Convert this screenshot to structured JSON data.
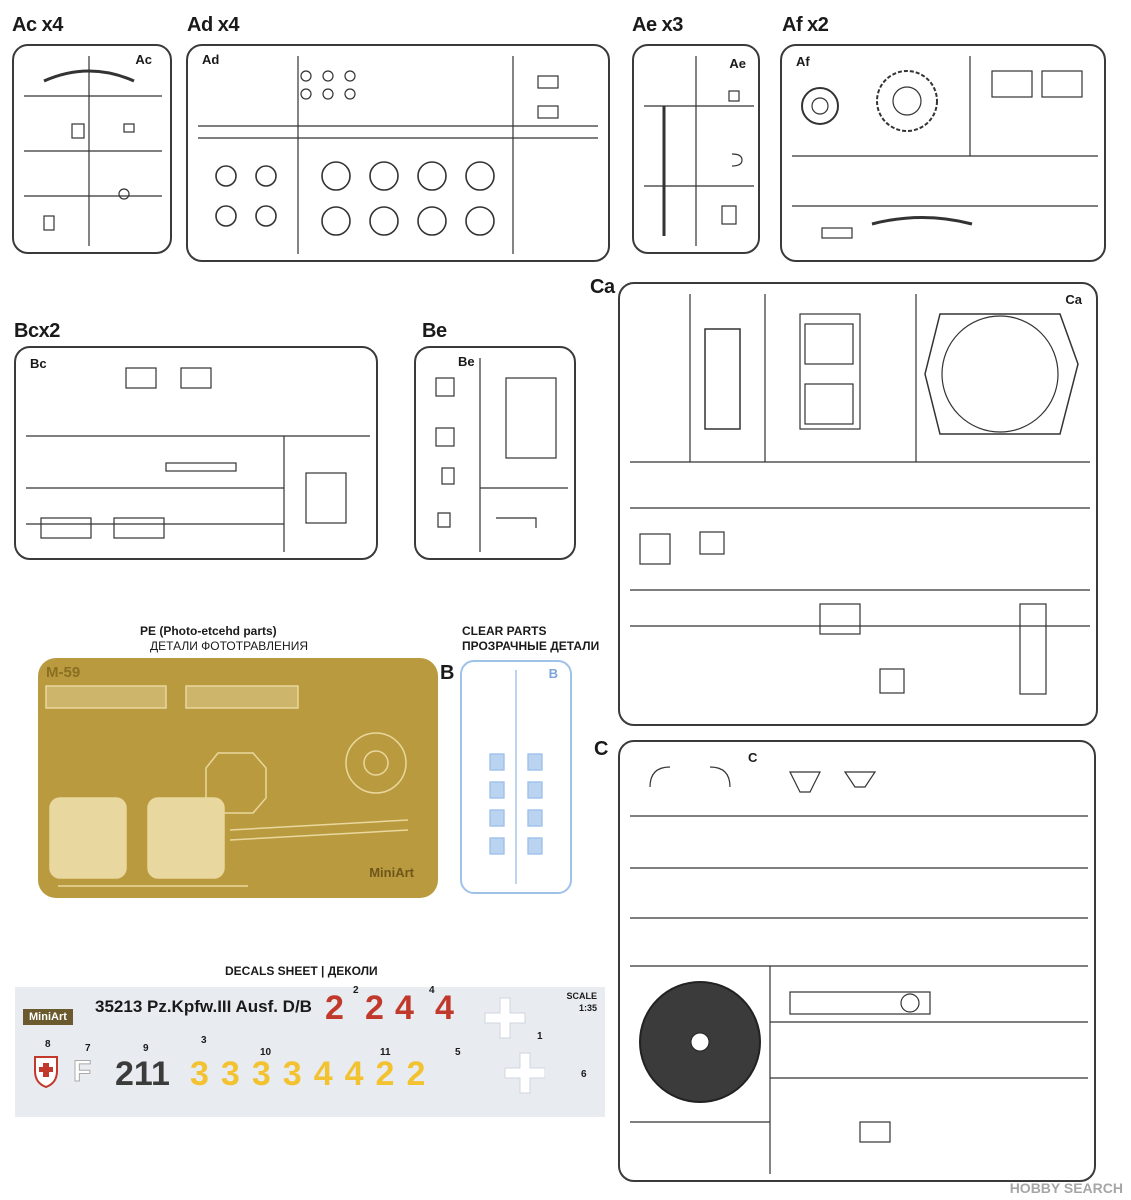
{
  "sprues": {
    "ac": {
      "title": "Ac x4",
      "tag": "Ac"
    },
    "ad": {
      "title": "Ad x4",
      "tag": "Ad"
    },
    "ae": {
      "title": "Ae x3",
      "tag": "Ae"
    },
    "af": {
      "title": "Af x2",
      "tag": "Af"
    },
    "bc": {
      "title": "Bcx2",
      "tag": "Bc"
    },
    "be": {
      "title": "Be",
      "tag": "Be"
    },
    "ca": {
      "title": "Ca",
      "tag": "Ca"
    },
    "c": {
      "title": "C",
      "tag": "C"
    },
    "b_clear": {
      "title": "B",
      "tag": "B"
    }
  },
  "pe": {
    "label_line1": "PE (Photo-etcehd parts)",
    "label_line2": "ДЕТАЛИ ФОТОТРАВЛЕНИЯ",
    "code": "M-59",
    "logo": "MiniArt"
  },
  "clear_parts": {
    "label_line1": "CLEAR PARTS",
    "label_line2": "ПРОЗРАЧНЫЕ ДЕТАЛИ"
  },
  "decals": {
    "header": "DECALS SHEET | ДЕКОЛИ",
    "logo": "MiniArt",
    "kit_name": "35213 Pz.Kpfw.III Ausf. D/B",
    "scale_label": "SCALE",
    "scale_value": "1:35",
    "red_numbers": [
      "2",
      "2",
      "4",
      "4"
    ],
    "top_indices": [
      "2",
      "4"
    ],
    "dark_text": "211",
    "letter": "F",
    "yellow_numbers": [
      "3",
      "3",
      "3",
      "3",
      "4",
      "4",
      "2",
      "2"
    ],
    "indices": [
      "8",
      "7",
      "9",
      "3",
      "10",
      "11",
      "5",
      "1",
      "6"
    ]
  },
  "watermark": "HOBBY SEARCH",
  "colors": {
    "frame": "#3a3a3a",
    "pe_brass": "#b99a3e",
    "clear_blue": "#9fc2e9",
    "decal_red": "#c0392b",
    "decal_yellow": "#f2c230",
    "decal_dark": "#3b3b3b"
  }
}
